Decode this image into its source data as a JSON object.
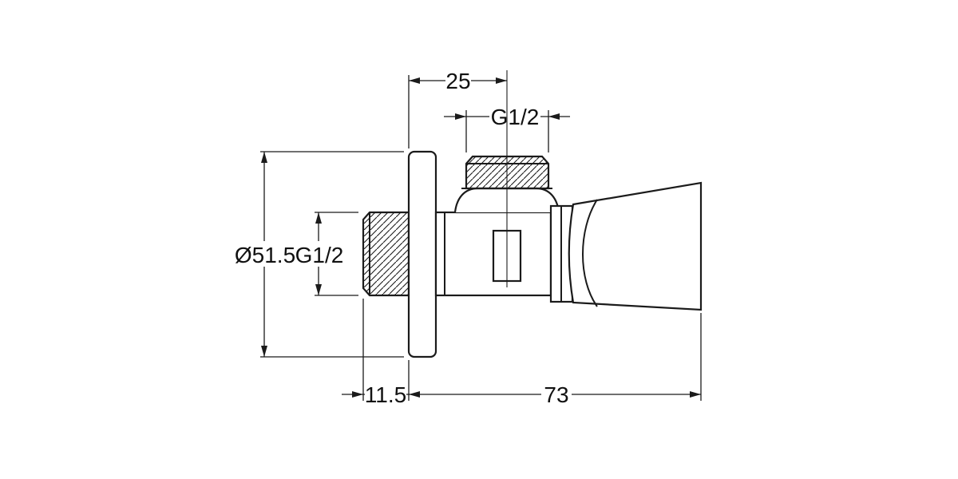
{
  "drawing": {
    "title": "angle valve side view technical drawing",
    "background": "#ffffff",
    "line_color": "#1b1b1b",
    "text_color": "#111111",
    "dimensions": {
      "port_offset": "25",
      "outlet_thread": "G1/2",
      "flange_diameter": "Ø51.5",
      "inlet_thread": "G1/2",
      "wall_clearance": "11.5",
      "overall_length": "73"
    }
  }
}
